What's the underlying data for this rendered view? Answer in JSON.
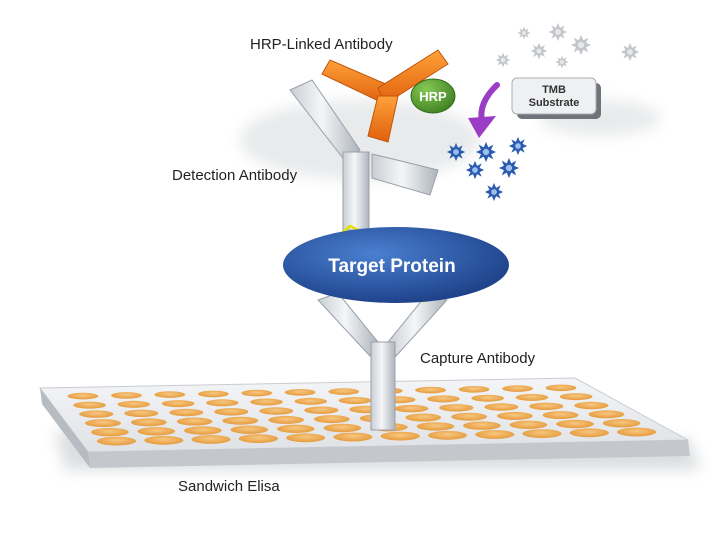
{
  "labels": {
    "hrp_linked_antibody": "HRP-Linked Antibody",
    "hrp": "HRP",
    "tmb_line1": "TMB",
    "tmb_line2": "Substrate",
    "detection_antibody": "Detection Antibody",
    "target_protein": "Target Protein",
    "capture_antibody": "Capture Antibody",
    "sandwich_elisa": "Sandwich Elisa"
  },
  "colors": {
    "hrp_antibody": "#f07a1c",
    "hrp_enzyme": "#5aa632",
    "antibody_silver": "#d9dde2",
    "target_protein": "#2a59a8",
    "binding_site": "#e3e000",
    "product_star": "#2b5bb0",
    "substrate_star": "#bfc2c6",
    "arrow": "#9b3cc4",
    "plate_well": "#f2b060"
  },
  "icons": {
    "reaction_arrow": "curved-arrow-icon",
    "substrate": "gray-star-burst-icon",
    "product": "blue-star-burst-icon"
  }
}
